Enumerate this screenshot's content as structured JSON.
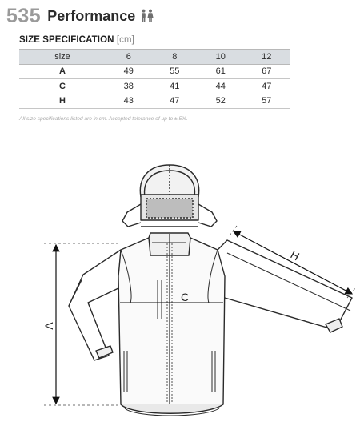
{
  "header": {
    "model": "535",
    "product": "Performance",
    "icon": "man-woman-icon"
  },
  "spec": {
    "title": "SIZE SPECIFICATION",
    "unit": "[cm]",
    "columns": [
      "size",
      "6",
      "8",
      "10",
      "12"
    ],
    "rows": [
      {
        "label": "A",
        "values": [
          "49",
          "55",
          "61",
          "67"
        ]
      },
      {
        "label": "C",
        "values": [
          "38",
          "41",
          "44",
          "47"
        ]
      },
      {
        "label": "H",
        "values": [
          "43",
          "47",
          "52",
          "57"
        ]
      }
    ],
    "note": "All size specifications listed are in cm. Accepted tolerance of up to ± 5%."
  },
  "drawing": {
    "labels": {
      "a": "A",
      "c": "C",
      "h": "H"
    }
  }
}
